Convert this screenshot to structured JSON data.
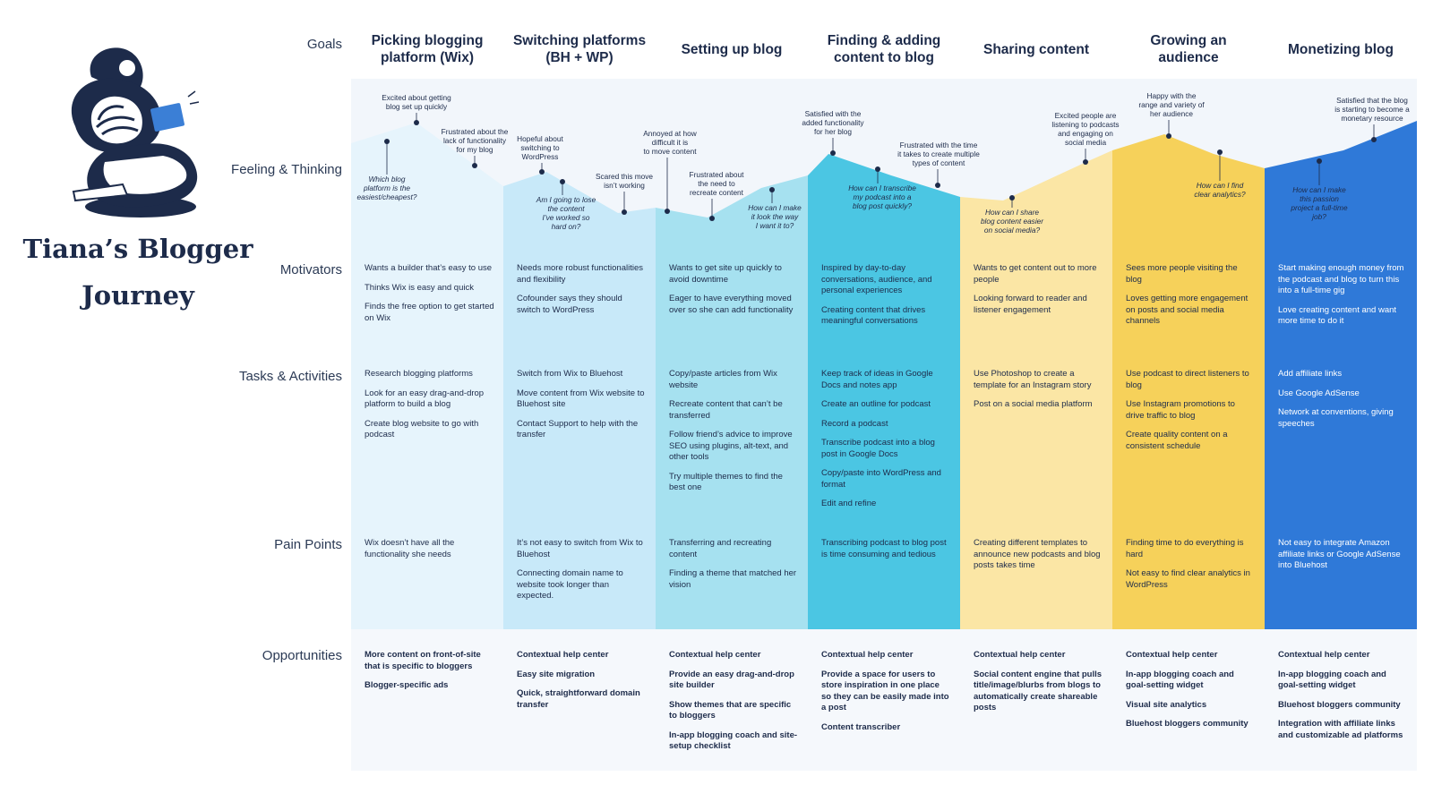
{
  "title": {
    "line1": "Tiana’s Blogger",
    "line2": "Journey"
  },
  "rows": {
    "goals": "Goals",
    "feeling": "Feeling & Thinking",
    "motivators": "Motivators",
    "tasks": "Tasks & Activities",
    "pain": "Pain Points",
    "opportunities": "Opportunities"
  },
  "colors": {
    "stage1": "#e6f4fc",
    "stage2": "#c8e9f9",
    "stage3": "#a6e1f0",
    "stage4": "#4bc6e3",
    "stage5": "#fbe6a5",
    "stage6": "#f6d15a",
    "stage7": "#2f79d8",
    "ink": "#1d2b4a"
  },
  "stages": [
    {
      "goal": [
        "Picking blogging",
        "platform (Wix)"
      ],
      "motivators": [
        "Wants a builder that’s easy to use",
        "Thinks Wix is easy and quick",
        "Finds the free option to get started on Wix"
      ],
      "tasks": [
        "Research blogging platforms",
        "Look for an easy drag-and-drop platform to build a blog",
        "Create blog website to go with podcast"
      ],
      "pain": [
        "Wix doesn’t have all the functionality she needs"
      ],
      "opportunities": [
        "More content on front-of-site that is specific to bloggers",
        "Blogger-specific ads"
      ]
    },
    {
      "goal": [
        "Switching platforms",
        "(BH + WP)"
      ],
      "motivators": [
        "Needs more robust functionalities and flexibility",
        "Cofounder says they should switch to WordPress"
      ],
      "tasks": [
        "Switch from Wix to Bluehost",
        "Move content from Wix website to Bluehost site",
        "Contact Support to help with the transfer"
      ],
      "pain": [
        "It’s not easy to switch from Wix to Bluehost",
        "Connecting domain name to website took longer than expected."
      ],
      "opportunities": [
        "Contextual help center",
        "Easy site migration",
        "Quick, straightforward domain transfer"
      ]
    },
    {
      "goal": [
        "Setting up blog"
      ],
      "motivators": [
        "Wants to get site up quickly to avoid downtime",
        "Eager to have everything moved over so she can add functionality"
      ],
      "tasks": [
        "Copy/paste articles from Wix website",
        "Recreate content that can’t be transferred",
        "Follow friend’s advice to improve SEO using plugins, alt-text, and other tools",
        "Try multiple themes to find the best one"
      ],
      "pain": [
        "Transferring and recreating content",
        "Finding a theme that matched her vision"
      ],
      "opportunities": [
        "Contextual help center",
        "Provide an easy drag-and-drop site builder",
        "Show themes that are specific to bloggers",
        "In-app blogging coach and site-setup checklist"
      ]
    },
    {
      "goal": [
        "Finding & adding",
        "content to blog"
      ],
      "motivators": [
        "Inspired by day-to-day conversations, audience, and personal experiences",
        "Creating content that drives meaningful conversations"
      ],
      "tasks": [
        "Keep track of ideas in Google Docs and notes app",
        "Create an outline for podcast",
        "Record a podcast",
        "Transcribe podcast into a blog post in Google Docs",
        "Copy/paste into WordPress and format",
        "Edit and refine"
      ],
      "pain": [
        "Transcribing podcast to blog post is time consuming and tedious"
      ],
      "opportunities": [
        "Contextual help center",
        "Provide a space for users to store inspiration in one place so they can be easily made into a post",
        "Content transcriber"
      ]
    },
    {
      "goal": [
        "Sharing content"
      ],
      "motivators": [
        "Wants to get content out to more people",
        "Looking forward to reader and listener engagement"
      ],
      "tasks": [
        "Use Photoshop to create a template for an Instagram story",
        "Post on a social media platform"
      ],
      "pain": [
        "Creating different templates to announce new podcasts and blog posts takes time"
      ],
      "opportunities": [
        "Contextual help center",
        "Social content engine that pulls title/image/blurbs from blogs to automatically create shareable posts"
      ]
    },
    {
      "goal": [
        "Growing an",
        "audience"
      ],
      "motivators": [
        "Sees more people visiting the blog",
        "Loves getting more engagement on posts and social media channels"
      ],
      "tasks": [
        "Use podcast to direct listeners to blog",
        "Use Instagram promotions to drive traffic to blog",
        "Create quality content on a consistent schedule"
      ],
      "pain": [
        "Finding time to do everything is hard",
        "Not easy to find clear analytics in WordPress"
      ],
      "opportunities": [
        "Contextual help center",
        "In-app blogging coach and goal-setting widget",
        "Visual site analytics",
        "Bluehost bloggers community"
      ]
    },
    {
      "goal": [
        "Monetizing blog"
      ],
      "motivators": [
        "Start making enough money from the podcast and blog to turn this into a full-time gig",
        "Love creating content and want more time to do it"
      ],
      "tasks": [
        "Add affiliate links",
        "Use Google AdSense",
        "Network at conventions, giving speeches"
      ],
      "pain": [
        "Not easy to integrate Amazon affiliate links or Google AdSense into Bluehost"
      ],
      "opportunities": [
        "Contextual help center",
        "In-app blogging coach and goal-setting widget",
        "Bluehost bloggers community",
        "Integration with affiliate links and customizable ad platforms"
      ]
    }
  ],
  "feelings": [
    {
      "text": [
        "Which blog",
        "platform is the",
        "easiest/cheapest?"
      ],
      "italic": true
    },
    {
      "text": [
        "Excited about getting",
        "blog set up quickly"
      ],
      "italic": false
    },
    {
      "text": [
        "Frustrated about the",
        "lack of functionality",
        "for my blog"
      ],
      "italic": false
    },
    {
      "text": [
        "Hopeful about",
        "switching to",
        "WordPress"
      ],
      "italic": false
    },
    {
      "text": [
        "Am I going to lose",
        "the content",
        "I’ve worked so",
        "hard on?"
      ],
      "italic": true
    },
    {
      "text": [
        "Scared this move",
        "isn’t working"
      ],
      "italic": false
    },
    {
      "text": [
        "Annoyed at how",
        "difficult it is",
        "to move content"
      ],
      "italic": false
    },
    {
      "text": [
        "Frustrated about",
        "the need to",
        "recreate content"
      ],
      "italic": false
    },
    {
      "text": [
        "How can I make",
        "it look the way",
        "I want it to?"
      ],
      "italic": true
    },
    {
      "text": [
        "Satisfied with the",
        "added functionality",
        "for her blog"
      ],
      "italic": false
    },
    {
      "text": [
        "How can I transcribe",
        "my podcast into a",
        "blog post quickly?"
      ],
      "italic": true
    },
    {
      "text": [
        "Frustrated with the time",
        "it takes to create multiple",
        "types of content"
      ],
      "italic": false
    },
    {
      "text": [
        "How can I share",
        "blog content easier",
        "on social media?"
      ],
      "italic": true
    },
    {
      "text": [
        "Excited people are",
        "listening to podcasts",
        "and engaging on",
        "social media"
      ],
      "italic": false
    },
    {
      "text": [
        "Happy with the",
        "range and variety of",
        "her audience"
      ],
      "italic": false
    },
    {
      "text": [
        "How can I find",
        "clear analytics?"
      ],
      "italic": true
    },
    {
      "text": [
        "How can I make",
        "this passion",
        "project a full-time",
        "job?"
      ],
      "italic": true
    },
    {
      "text": [
        "Satisfied that the blog",
        "is starting to become a",
        "monetary resource"
      ],
      "italic": false
    }
  ]
}
